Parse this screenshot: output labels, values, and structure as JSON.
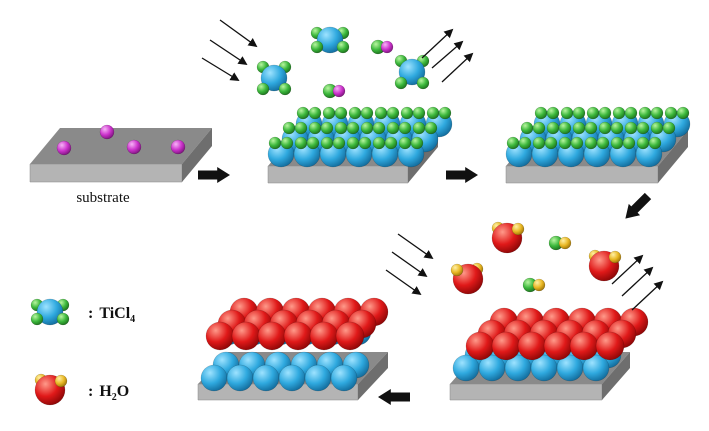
{
  "labels": {
    "substrate": "substrate",
    "legend_separator": ":",
    "ticl4_main": "TiCl",
    "ticl4_sub": "4",
    "h2o_h": "H",
    "h2o_sub": "2",
    "h2o_o": "O"
  },
  "colors": {
    "ti": "#2fa9df",
    "cl": "#3cb83c",
    "o": "#e01919",
    "h": "#e9b824",
    "adsorbed": "#cc33cc",
    "substrate_top": "#8a8a8a",
    "substrate_front": "#b4b4b4",
    "substrate_side": "#6e6e6e",
    "arrow": "#111111"
  },
  "icons": [
    "block-arrow-right",
    "block-arrow-down-left",
    "block-arrow-left",
    "incoming-gas-arrows",
    "outgoing-gas-arrows"
  ]
}
